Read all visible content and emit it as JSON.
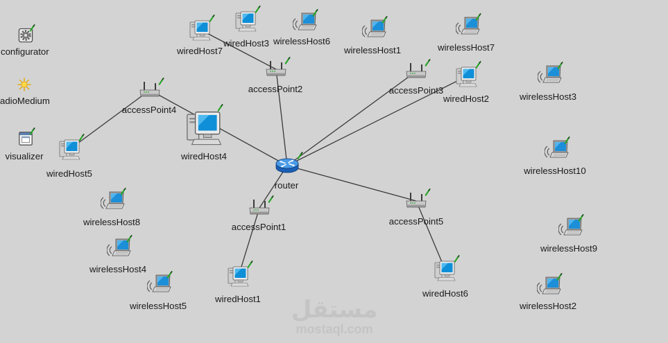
{
  "canvas": {
    "background": "#d3d3d3",
    "link_color": "#3a3a3a",
    "label_color": "#1a1a1a",
    "status_color": "#27a327"
  },
  "modules": [
    {
      "label": "configurator",
      "icon": "gear-icon"
    },
    {
      "label": "adioMedium",
      "icon": "sun-icon"
    },
    {
      "label": "visualizer",
      "icon": "window-icon"
    }
  ],
  "nodes": [
    {
      "label": "router",
      "icon": "router-icon"
    },
    {
      "label": "accessPoint1",
      "icon": "access-point-icon"
    },
    {
      "label": "accessPoint2",
      "icon": "access-point-icon"
    },
    {
      "label": "accessPoint3",
      "icon": "access-point-icon"
    },
    {
      "label": "accessPoint4",
      "icon": "access-point-icon"
    },
    {
      "label": "accessPoint5",
      "icon": "access-point-icon"
    },
    {
      "label": "wiredHost1",
      "icon": "desktop-computer-icon"
    },
    {
      "label": "wiredHost2",
      "icon": "desktop-computer-icon"
    },
    {
      "label": "wiredHost3",
      "icon": "desktop-computer-icon"
    },
    {
      "label": "wiredHost4",
      "icon": "desktop-computer-icon"
    },
    {
      "label": "wiredHost5",
      "icon": "desktop-computer-icon"
    },
    {
      "label": "wiredHost6",
      "icon": "desktop-computer-icon"
    },
    {
      "label": "wiredHost7",
      "icon": "desktop-computer-icon"
    },
    {
      "label": "wirelessHost1",
      "icon": "laptop-icon"
    },
    {
      "label": "wirelessHost2",
      "icon": "laptop-icon"
    },
    {
      "label": "wirelessHost3",
      "icon": "laptop-icon"
    },
    {
      "label": "wirelessHost4",
      "icon": "laptop-icon"
    },
    {
      "label": "wirelessHost5",
      "icon": "laptop-icon"
    },
    {
      "label": "wirelessHost6",
      "icon": "laptop-icon"
    },
    {
      "label": "wirelessHost7",
      "icon": "laptop-icon"
    },
    {
      "label": "wirelessHost8",
      "icon": "laptop-icon"
    },
    {
      "label": "wirelessHost9",
      "icon": "laptop-icon"
    },
    {
      "label": "wirelessHost10",
      "icon": "laptop-icon"
    }
  ],
  "links": [
    [
      0,
      2
    ],
    [
      0,
      3
    ],
    [
      0,
      7
    ],
    [
      0,
      5
    ],
    [
      0,
      1
    ],
    [
      0,
      4
    ],
    [
      4,
      10
    ],
    [
      2,
      12
    ],
    [
      1,
      6
    ],
    [
      5,
      11
    ]
  ],
  "watermark": {
    "arabic": "مستقل",
    "latin": "mostaql.com"
  }
}
